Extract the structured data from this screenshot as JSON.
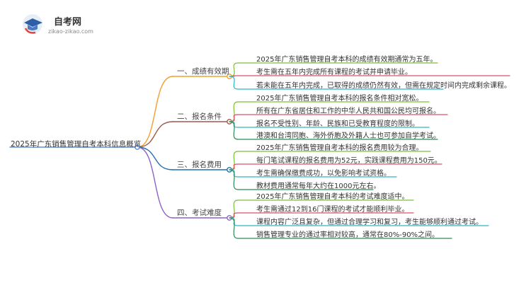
{
  "logo": {
    "title": "自考网",
    "url": "zikao-zikao.com",
    "icon": "graduation-cap-icon"
  },
  "root": "2025年广东销售管理自考本科信息概览",
  "colors": {
    "root_line": "#5a8fcf",
    "branch1": "#f0a030",
    "branch2": "#a05a4a",
    "branch3": "#1f6fb5",
    "branch4": "#8a62c9",
    "leaf1": "#7cbf3a",
    "leaf2": "#e04f6a",
    "leaf3": "#2fb7c6",
    "leaf4": "#2e8b57"
  },
  "branches": [
    {
      "label": "一、成绩有效期",
      "leaves": [
        "2025年广东销售管理自考本科的成绩有效期通常为五年。",
        "考生需在五年内完成所有课程的考试并申请毕业。",
        "若未能在五年内完成，已取得的成绩仍然有效，但需在规定时间内完成剩余课程。"
      ]
    },
    {
      "label": "二、报名条件",
      "leaves": [
        "2025年广东销售管理自考本科的报名条件相对宽松。",
        "所有在广东省居住和工作的中华人民共和国公民均可报名。",
        "报名不受性别、年龄、民族和已受教育程度的限制。",
        "港澳和台湾同胞、海外侨胞及外籍人士也可参加自学考试。"
      ]
    },
    {
      "label": "三、报名费用",
      "leaves": [
        "2025年广东销售管理自考本科的报名费用较为合理。",
        "每门笔试课程的报名费用为52元，实践课程费用为150元。",
        "考生需确保缴费成功，以免影响考试资格。",
        "教材费用通常每年大约在1000元左右。"
      ]
    },
    {
      "label": "四、考试难度",
      "leaves": [
        "2025年广东销售管理自考本科的考试难度适中。",
        "考生需通过12到16门课程的考试才能顺利毕业。",
        "课程内容广泛且复杂，但通过合理学习和复习，考生能够顺利通过考试。",
        "销售管理专业的通过率相对较高，通常在80%-90%之间。"
      ]
    }
  ]
}
